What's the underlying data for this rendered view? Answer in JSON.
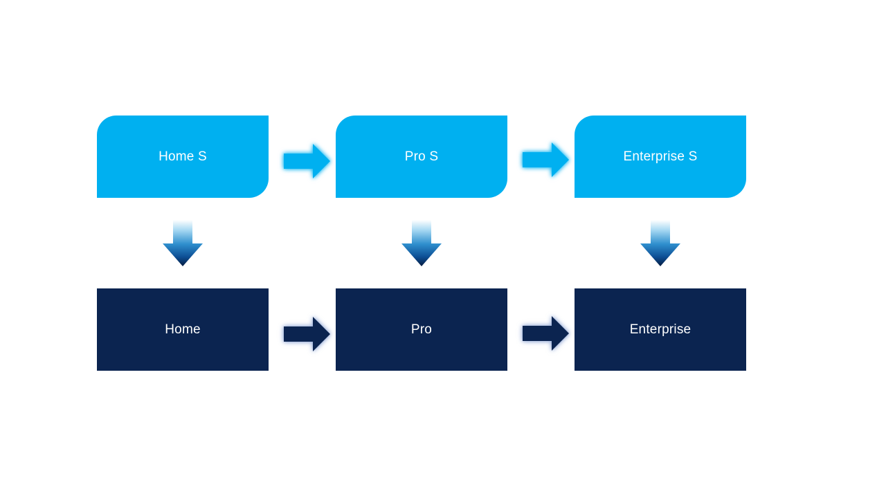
{
  "diagram": {
    "title": "product-edition-upgrade-flow",
    "top_row": [
      {
        "label": "Home S"
      },
      {
        "label": "Pro S"
      },
      {
        "label": "Enterprise S"
      }
    ],
    "bottom_row": [
      {
        "label": "Home"
      },
      {
        "label": "Pro"
      },
      {
        "label": "Enterprise"
      }
    ],
    "icons": {
      "horizontal_connector": "right-arrow-icon",
      "vertical_connector": "down-arrow-icon"
    }
  },
  "colors": {
    "accent_light": "#00B0F0",
    "dark_navy": "#0B2450",
    "text_light": "#FFFFFF",
    "canvas_bg": "#FFFFFF",
    "down_arrow_gradient_top": "#FFFFFF",
    "down_arrow_gradient_mid": "#2F8FCE",
    "down_arrow_gradient_bottom": "#061C40"
  }
}
